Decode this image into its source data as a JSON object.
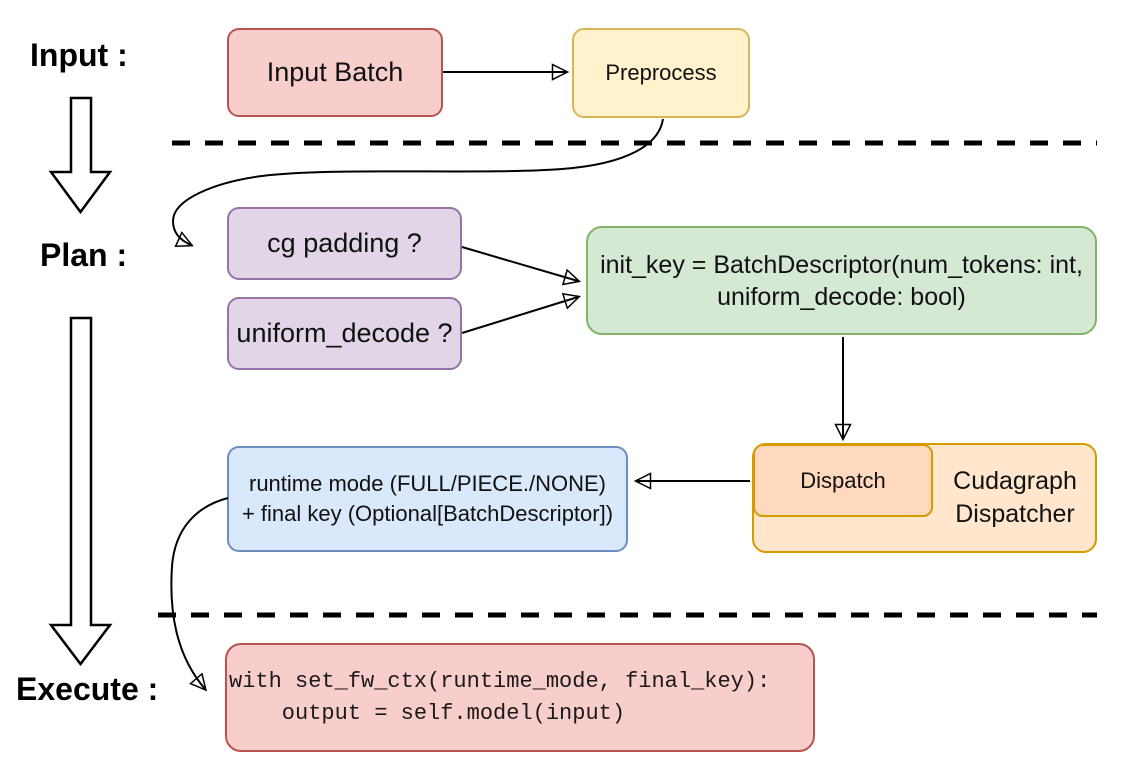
{
  "sections": [
    {
      "id": "input",
      "label": "Input :"
    },
    {
      "id": "plan",
      "label": "Plan :"
    },
    {
      "id": "execute",
      "label": "Execute :"
    }
  ],
  "nodes": {
    "input_batch": {
      "label": "Input Batch",
      "fill": "#f8cecc",
      "stroke": "#b85450"
    },
    "preprocess": {
      "label": "Preprocess",
      "fill": "#fff2cc",
      "stroke": "#d6b656"
    },
    "cg_padding": {
      "label": "cg padding ?",
      "fill": "#e1d5e7",
      "stroke": "#9673a6"
    },
    "uniform_decode": {
      "label": "uniform_decode ?",
      "fill": "#e1d5e7",
      "stroke": "#9673a6"
    },
    "init_key": {
      "line1": "init_key = BatchDescriptor(num_tokens: int,",
      "line2": "uniform_decode: bool)",
      "fill": "#d5e8d4",
      "stroke": "#82b366"
    },
    "dispatch": {
      "label": "Dispatch",
      "fill": "#ffd9bd",
      "stroke": "#d79b00"
    },
    "cudagraph_dispatcher": {
      "line1": "Cudagraph",
      "line2": "Dispatcher",
      "fill": "#ffe6cc",
      "stroke": "#d79b00"
    },
    "runtime_mode": {
      "line1": "runtime mode (FULL/PIECE./NONE)",
      "line2": "+ final key (Optional[BatchDescriptor])",
      "fill": "#dae8fc",
      "stroke": "#6c8ebf"
    },
    "execute_code": {
      "line1": "with set_fw_ctx(runtime_mode, final_key):",
      "line2": "    output = self.model(input)",
      "fill": "#f8cecc",
      "stroke": "#b85450"
    }
  },
  "separators": {
    "style": "dashed",
    "color": "#000000"
  }
}
